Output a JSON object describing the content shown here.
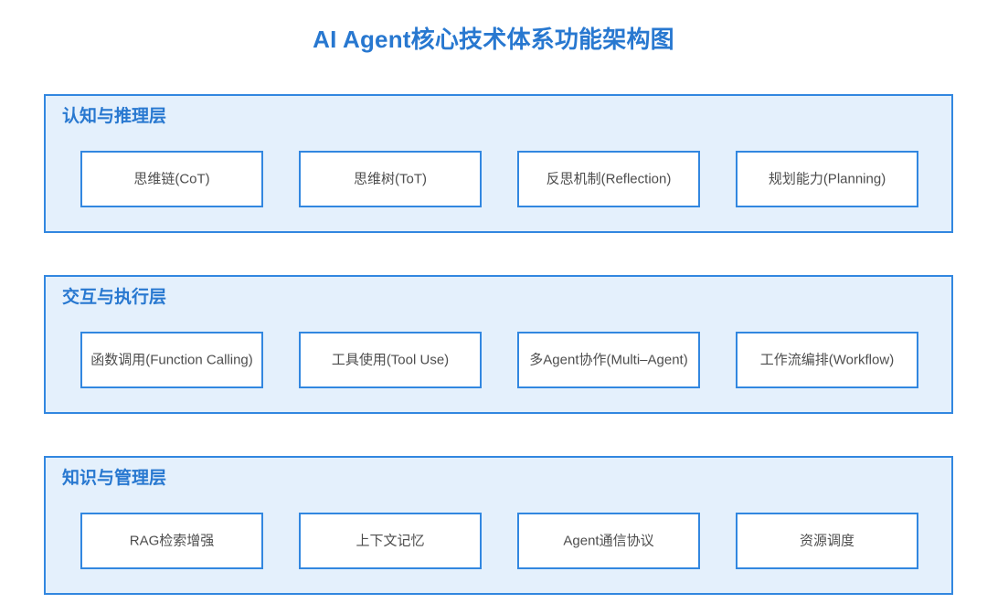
{
  "title": "AI Agent核心技术体系功能架构图",
  "theme": {
    "page_background": "#ffffff",
    "panel_background": "#e4f0fc",
    "panel_border": "#3287e0",
    "box_background": "#ffffff",
    "box_border": "#3287e0",
    "title_color": "#2878d0",
    "layer_title_color": "#2878d0",
    "node_text_color": "#4d4d4d"
  },
  "layers": [
    {
      "title": "认知与推理层",
      "nodes": [
        {
          "label": "思维链(CoT)"
        },
        {
          "label": "思维树(ToT)"
        },
        {
          "label": "反思机制(Reflection)"
        },
        {
          "label": "规划能力(Planning)"
        }
      ]
    },
    {
      "title": "交互与执行层",
      "nodes": [
        {
          "label": "函数调用(Function Calling)"
        },
        {
          "label": "工具使用(Tool Use)"
        },
        {
          "label": "多Agent协作(Multi–Agent)"
        },
        {
          "label": "工作流编排(Workflow)"
        }
      ]
    },
    {
      "title": "知识与管理层",
      "nodes": [
        {
          "label": "RAG检索增强"
        },
        {
          "label": "上下文记忆"
        },
        {
          "label": "Agent通信协议"
        },
        {
          "label": "资源调度"
        }
      ]
    }
  ]
}
